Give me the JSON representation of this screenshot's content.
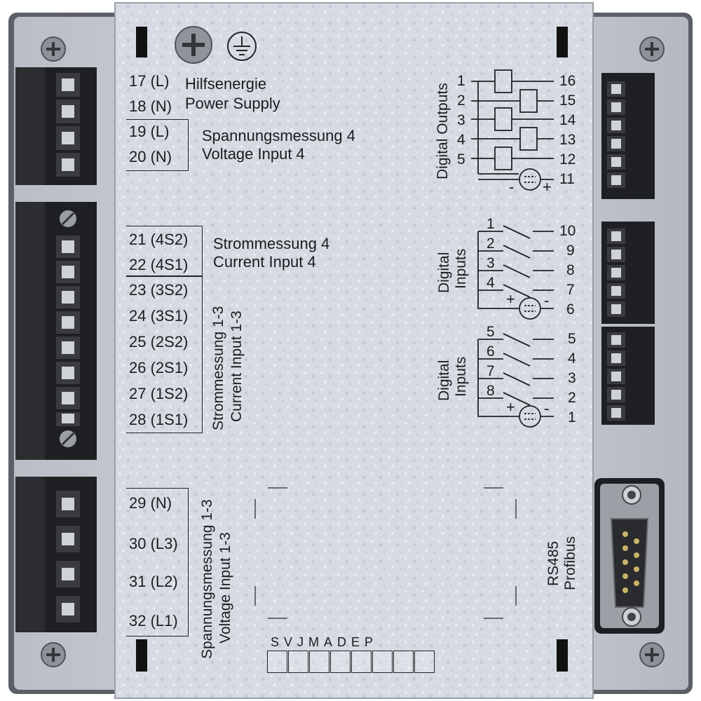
{
  "power_terminals": [
    {
      "terminal": "17 (L)"
    },
    {
      "terminal": "18 (N)"
    }
  ],
  "power_label": {
    "de": "Hilfsenergie",
    "en": "Power Supply"
  },
  "voltage4_terminals": [
    "19 (L)",
    "20 (N)"
  ],
  "voltage4_label": {
    "de": "Spannungsmessung 4",
    "en": "Voltage Input 4"
  },
  "current4_terminals": [
    "21 (4S2)",
    "22 (4S1)"
  ],
  "current4_label": {
    "de": "Strommessung 4",
    "en": "Current Input 4"
  },
  "current13_terminals": [
    "23 (3S2)",
    "24 (3S1)",
    "25 (2S2)",
    "26 (2S1)",
    "27 (1S2)",
    "28 (1S1)"
  ],
  "current13_label": {
    "de": "Strommessung 1-3",
    "en": "Current Input 1-3"
  },
  "voltage13_terminals": [
    "29 (N)",
    "30 (L3)",
    "31 (L2)",
    "32 (L1)"
  ],
  "voltage13_label": {
    "de": "Spannungsmessung 1-3",
    "en": "Voltage Input 1-3"
  },
  "digital_outputs": {
    "title": "Digital Outputs",
    "left": [
      "1",
      "2",
      "3",
      "4",
      "5"
    ],
    "right": [
      "16",
      "15",
      "14",
      "13",
      "12",
      "11"
    ],
    "minus": "-",
    "plus": "+"
  },
  "digital_inputs_a": {
    "title_line1": "Digital",
    "title_line2": "Inputs",
    "inputs": [
      "1",
      "2",
      "3",
      "4"
    ],
    "right": [
      "10",
      "9",
      "8",
      "7",
      "6"
    ],
    "plus": "+",
    "minus": "-"
  },
  "digital_inputs_b": {
    "title_line1": "Digital",
    "title_line2": "Inputs",
    "inputs": [
      "5",
      "6",
      "7",
      "8"
    ],
    "right": [
      "5",
      "4",
      "3",
      "2",
      "1"
    ],
    "plus": "+",
    "minus": "-"
  },
  "rs485": {
    "line1": "RS485",
    "line2": "Profibus"
  },
  "dip_switch_labels": "SVJMADEP",
  "colors": {
    "panel": "#c9ced6",
    "plate": "#d8dde6",
    "connector": "#2a2a2a",
    "text": "#1c1c1c"
  }
}
